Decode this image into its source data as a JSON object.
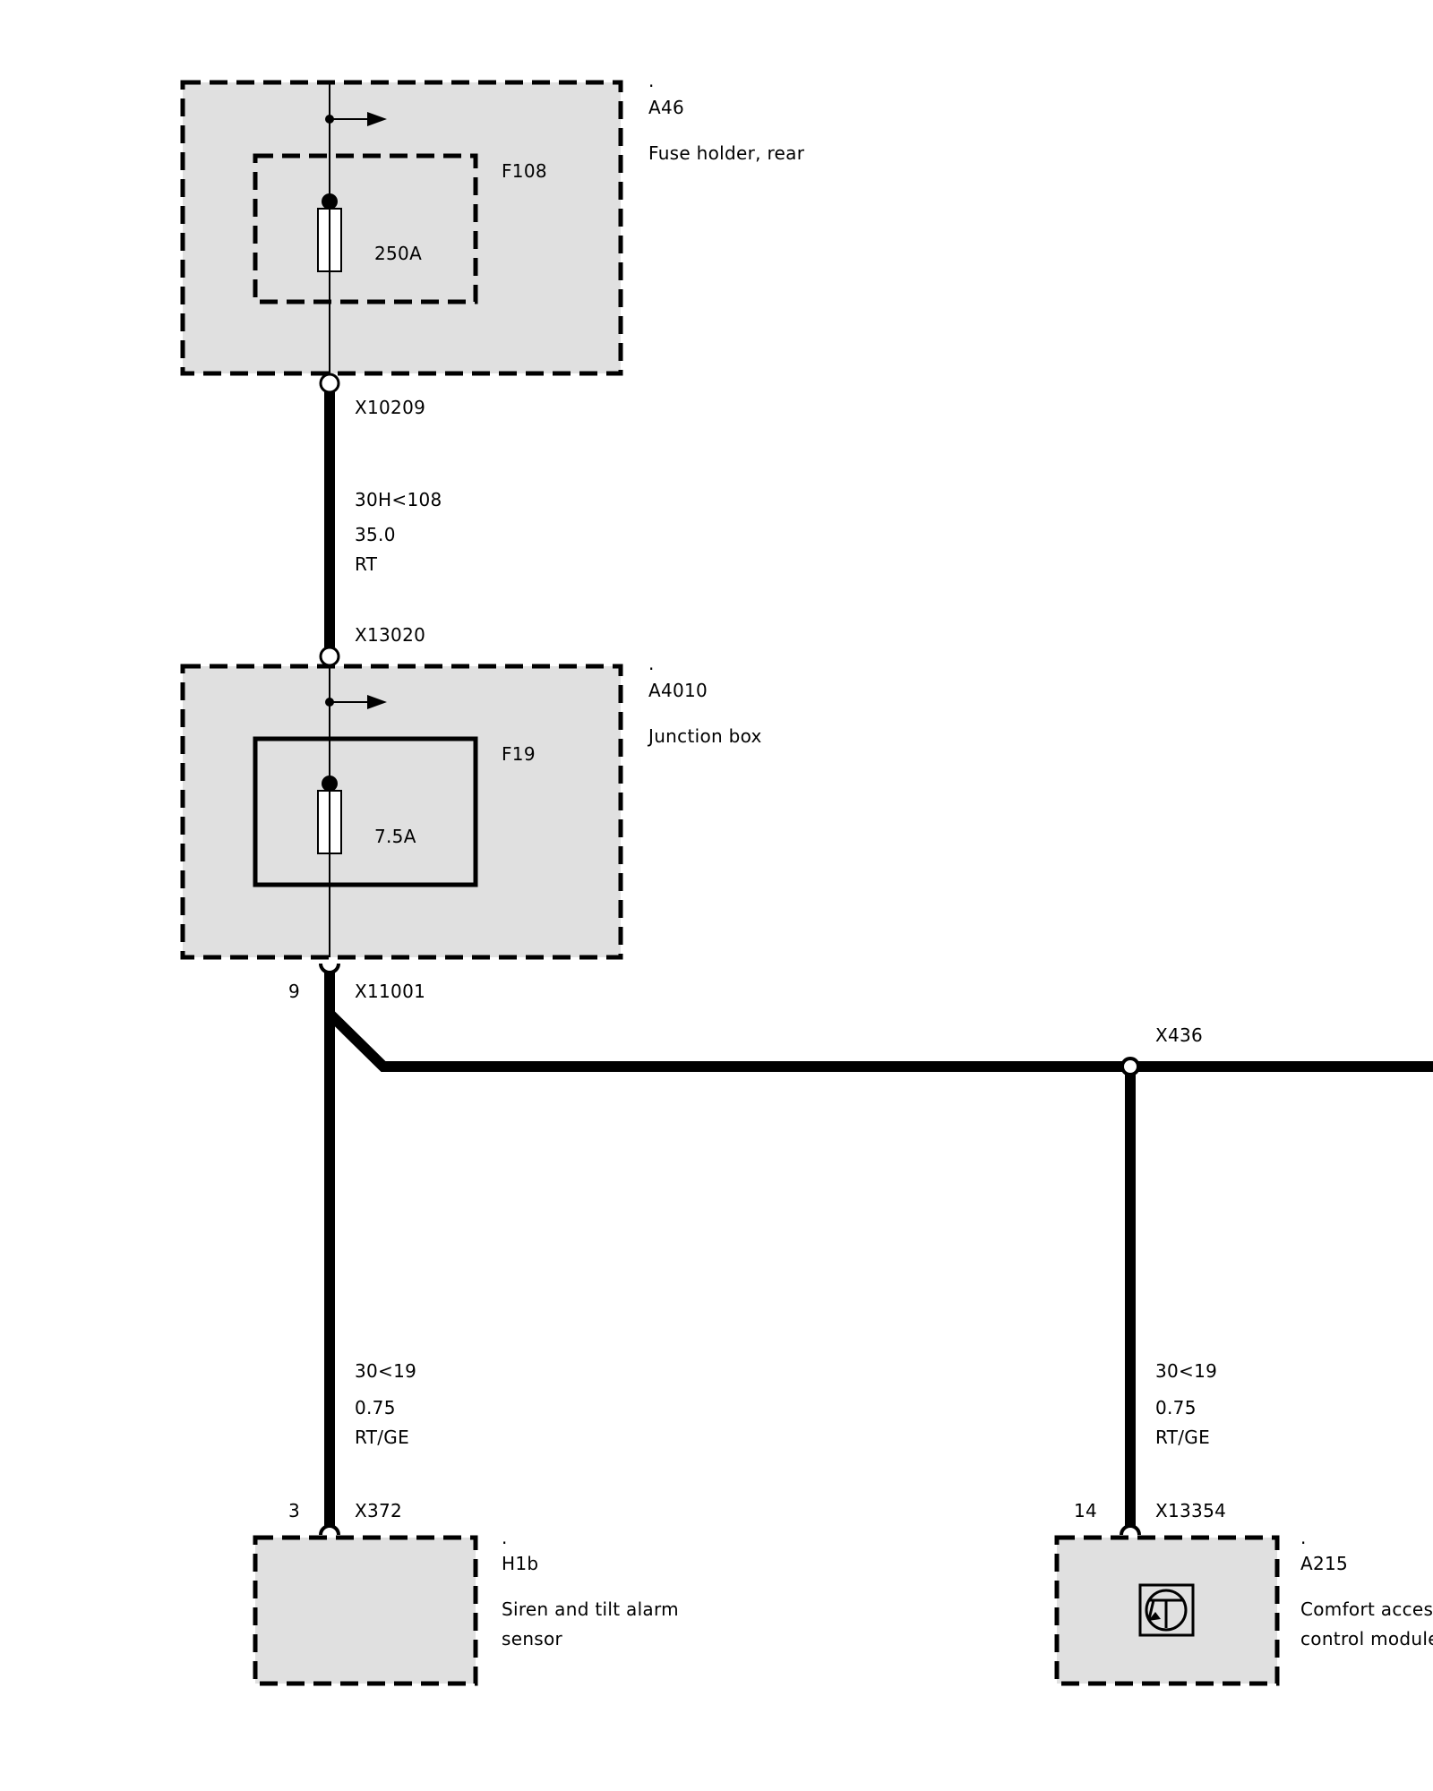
{
  "components": {
    "a46": {
      "dot": ".",
      "code": "A46",
      "name": "Fuse holder, rear"
    },
    "f108": {
      "code": "F108",
      "rating": "250A"
    },
    "a4010": {
      "dot": ".",
      "code": "A4010",
      "name": "Junction box"
    },
    "f19": {
      "code": "F19",
      "rating": "7.5A"
    },
    "h1b": {
      "dot": ".",
      "code": "H1b",
      "name_line1": "Siren and tilt alarm",
      "name_line2": "sensor"
    },
    "a215": {
      "dot": ".",
      "code": "A215",
      "name_line1": "Comfort access",
      "name_line2": "control module"
    }
  },
  "connectors": {
    "x10209": "X10209",
    "x13020": "X13020",
    "x11001": {
      "code": "X11001",
      "pin": "9"
    },
    "x436": "X436",
    "x372": {
      "code": "X372",
      "pin": "3"
    },
    "x13354": {
      "code": "X13354",
      "pin": "14"
    }
  },
  "wires": {
    "main": {
      "circuit": "30H<108",
      "size": "35.0",
      "color": "RT"
    },
    "to_h1b": {
      "circuit": "30<19",
      "size": "0.75",
      "color": "RT/GE"
    },
    "to_a215": {
      "circuit": "30<19",
      "size": "0.75",
      "color": "RT/GE"
    }
  }
}
